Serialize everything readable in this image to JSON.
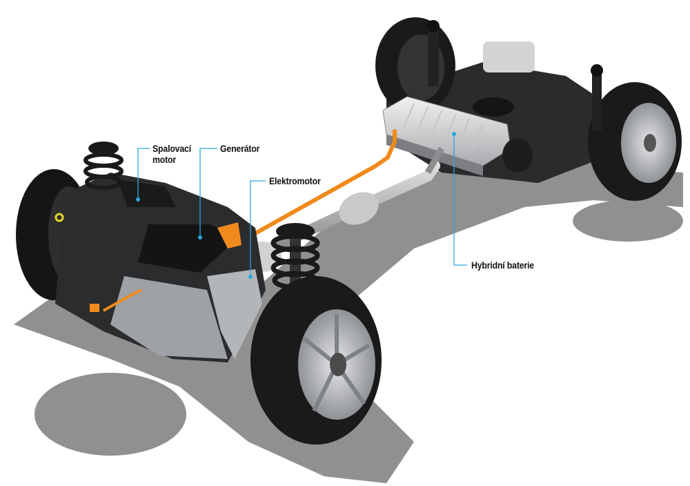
{
  "labels": {
    "combustion_engine_line1": "Spalovací",
    "combustion_engine_line2": "motor",
    "generator": "Generátor",
    "electric_motor": "Elektromotor",
    "hybrid_battery": "Hybridní baterie"
  },
  "colors": {
    "leader_line": "#2aa7dc",
    "hv_cable": "#f08a1c",
    "tire": "#1a1a1a",
    "rim": "#b9bcc0",
    "shadow": "#5a5a5a"
  }
}
